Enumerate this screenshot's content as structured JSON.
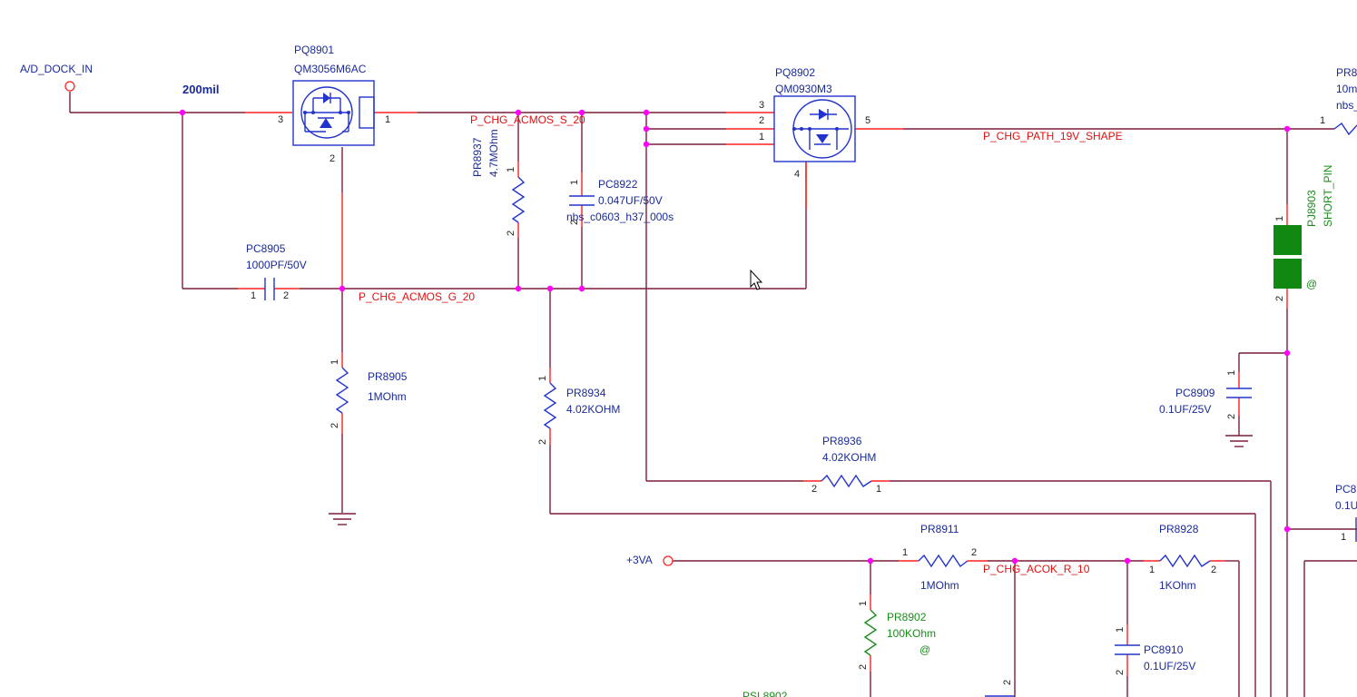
{
  "ports": {
    "dock_in": "A/D_DOCK_IN",
    "v3va": "+3VA"
  },
  "annotations": {
    "width_200mil": "200mil"
  },
  "nets": {
    "acmos_s": "P_CHG_ACMOS_S_20",
    "acmos_g": "P_CHG_ACMOS_G_20",
    "path19v": "P_CHG_PATH_19V_SHAPE",
    "acok": "P_CHG_ACOK_R_10"
  },
  "components": {
    "pq8901": {
      "ref": "PQ8901",
      "value": "QM3056M6AC"
    },
    "pq8902": {
      "ref": "PQ8902",
      "value": "QM0930M3"
    },
    "pc8905": {
      "ref": "PC8905",
      "value": "1000PF/50V"
    },
    "pr8937": {
      "ref": "PR8937",
      "value": "4.7MOhm"
    },
    "pc8922": {
      "ref": "PC8922",
      "value": "0.047UF/50V",
      "footprint": "nbs_c0603_h37_000s"
    },
    "pr8905": {
      "ref": "PR8905",
      "value": "1MOhm"
    },
    "pr8934": {
      "ref": "PR8934",
      "value": "4.02KOHM"
    },
    "pr8936": {
      "ref": "PR8936",
      "value": "4.02KOHM"
    },
    "pr8911": {
      "ref": "PR8911",
      "value": "1MOhm"
    },
    "pr8928": {
      "ref": "PR8928",
      "value": "1KOhm"
    },
    "pr8902": {
      "ref": "PR8902",
      "value": "100KOhm",
      "at": "@"
    },
    "pc8910": {
      "ref": "PC8910",
      "value": "0.1UF/25V"
    },
    "pc8909": {
      "ref": "PC8909",
      "value": "0.1UF/25V"
    },
    "pj8903": {
      "ref": "PJ8903",
      "value": "SHORT_PIN",
      "at": "@"
    },
    "pr_cut": {
      "ref": "PR8",
      "value": "10m",
      "footprint": "nbs_"
    },
    "pc_cut": {
      "ref": "PC8",
      "value": "0.1U"
    },
    "psl_cut": {
      "ref": "PSL8902"
    }
  },
  "pins": {
    "one": "1",
    "two": "2",
    "three": "3",
    "four": "4",
    "five": "5"
  }
}
